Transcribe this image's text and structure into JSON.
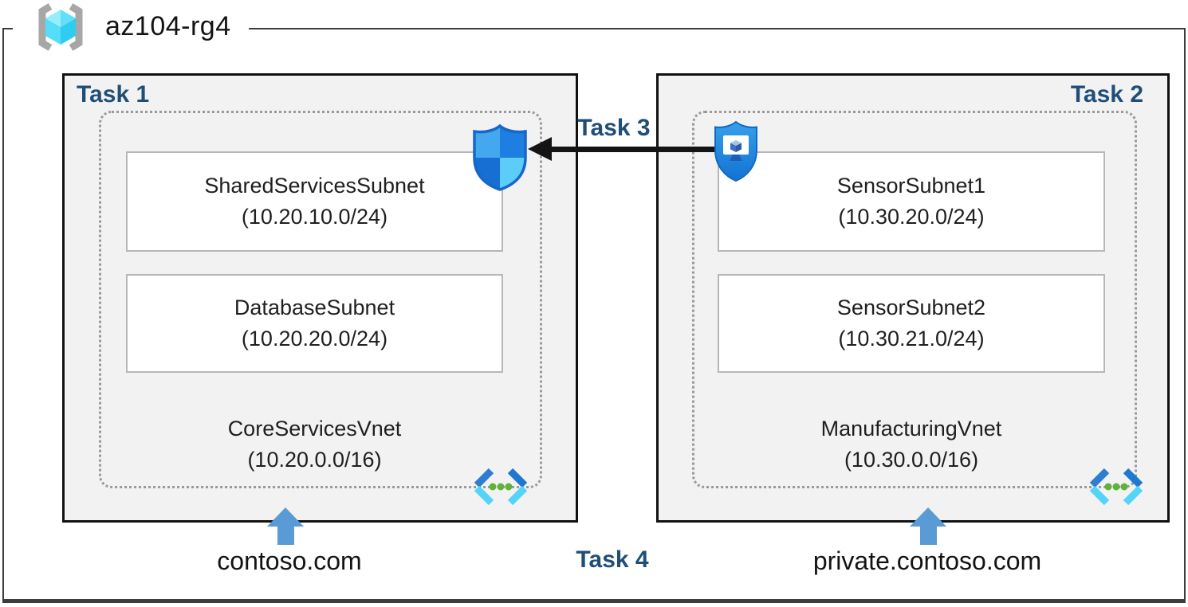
{
  "resource_group": {
    "name": "az104-rg4"
  },
  "tasks": {
    "task1": "Task 1",
    "task2": "Task 2",
    "task3": "Task 3",
    "task4": "Task 4"
  },
  "vnets": [
    {
      "name": "CoreServicesVnet",
      "cidr": "(10.20.0.0/16)",
      "dns_zone": "contoso.com",
      "subnets": [
        {
          "name": "SharedServicesSubnet",
          "cidr": "(10.20.10.0/24)"
        },
        {
          "name": "DatabaseSubnet",
          "cidr": "(10.20.20.0/24)"
        }
      ]
    },
    {
      "name": "ManufacturingVnet",
      "cidr": "(10.30.0.0/16)",
      "dns_zone": "private.contoso.com",
      "subnets": [
        {
          "name": "SensorSubnet1",
          "cidr": "(10.30.20.0/24)"
        },
        {
          "name": "SensorSubnet2",
          "cidr": "(10.30.21.0/24)"
        }
      ]
    }
  ],
  "icons": {
    "resource_group": "resource-group-icon",
    "network_security_group": "nsg-shield-icon",
    "bastion": "bastion-shield-icon",
    "virtual_network": "vnet-chevron-icon",
    "dns_pointer": "up-arrow-icon"
  },
  "colors": {
    "task_label": "#1f4e79",
    "task_box_fill": "#f2f2f2",
    "task_box_border": "#111111",
    "dotted_border": "#999999",
    "subnet_border": "#b7b7b7",
    "black_arrow": "#141414",
    "blue_arrow": "#5b9bd5",
    "vnet_icon_blue": "#2e7dd1",
    "vnet_icon_cyan": "#53d4f8",
    "vnet_icon_green": "#62b13a"
  }
}
